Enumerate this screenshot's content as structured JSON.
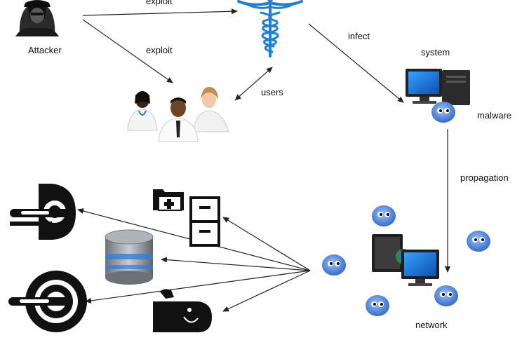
{
  "labels": {
    "attacker": "Attacker",
    "exploit_top": "exploit",
    "exploit_mid": "exploit",
    "users": "users",
    "infect": "infect",
    "system": "system",
    "malware": "malware",
    "propagation": "propagation",
    "network": "network"
  },
  "icons": {
    "attacker": "hooded-hacker-icon",
    "health": "caduceus-icon",
    "users": "medical-staff-icon",
    "system": "desktop-computer-icon",
    "malware": "malware-blob-icon",
    "network": "networked-computers-icon",
    "targets": [
      "ct-scanner-icon",
      "database-icon",
      "mri-scanner-icon",
      "medical-records-icon",
      "medical-device-icon"
    ]
  },
  "colors": {
    "malware": "#5b8fe0",
    "caduceus": "#1e7fd8",
    "arrow": "#222222"
  }
}
